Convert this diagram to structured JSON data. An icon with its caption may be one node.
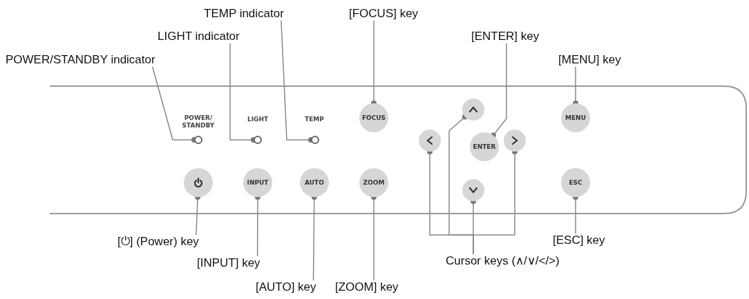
{
  "diagram": {
    "nodes": [
      {
        "text": [
          "TEMP indicator"
        ]
      },
      {
        "text": [
          "[FOCUS] key"
        ]
      },
      {
        "text": [
          "LIGHT indicator"
        ]
      },
      {
        "text": [
          "[ENTER] key"
        ]
      },
      {
        "text": [
          "POWER/STANDBY indicator"
        ]
      },
      {
        "text": [
          "[MENU] key"
        ]
      },
      {
        "text": [],
        "shape": "circle"
      },
      {
        "text": [],
        "shape": "circle"
      },
      {
        "text": [],
        "shape": "circle"
      },
      {
        "text": [
          "FOCUS"
        ]
      },
      {
        "text": [],
        "shape": "circle"
      },
      {
        "text": [
          "MENU"
        ]
      },
      {
        "text": [],
        "shape": "circle"
      },
      {
        "text": [
          "ENTER"
        ]
      },
      {
        "text": [],
        "shape": "circle"
      },
      {
        "text": [],
        "shape": "circle"
      },
      {
        "text": [
          "INPUT"
        ]
      },
      {
        "text": [
          "AUTO"
        ]
      },
      {
        "text": [
          "ZOOM"
        ]
      },
      {
        "text": [],
        "shape": "circle"
      },
      {
        "text": [
          "ESC"
        ]
      },
      {
        "text": [
          "[⏻] (Power) key"
        ]
      },
      {
        "text": [
          "[INPUT] key"
        ]
      },
      {
        "text": [
          "[ESC] key"
        ]
      },
      {
        "text": [
          "Cursor keys (∧/∨/</>)"
        ]
      },
      {
        "text": [
          "[AUTO] key"
        ]
      },
      {
        "text": [
          "[ZOOM] key"
        ]
      }
    ],
    "edges": [
      {
        "from": 4,
        "to": 6,
        "arrow": "other"
      },
      {
        "from": 2,
        "to": 7,
        "arrow": "other"
      },
      {
        "from": 0,
        "to": 8,
        "arrow": "other"
      },
      {
        "from": 1,
        "to": 9,
        "arrow": "other"
      },
      {
        "from": 3,
        "to": 13,
        "arrow": "other"
      },
      {
        "from": 5,
        "to": 11,
        "arrow": "other"
      },
      {
        "from": 21,
        "to": 15,
        "arrow": "other"
      },
      {
        "from": 22,
        "to": 16,
        "arrow": "other"
      },
      {
        "from": 25,
        "to": 17,
        "arrow": "other"
      },
      {
        "from": 26,
        "to": 18,
        "arrow": "other"
      },
      {
        "from": 23,
        "to": 20,
        "arrow": "other"
      },
      {
        "from": 24,
        "to": 10,
        "arrow": "other"
      },
      {
        "from": 24,
        "to": 19,
        "arrow": "other"
      },
      {
        "from": 24,
        "to": 12,
        "arrow": "other"
      },
      {
        "from": 24,
        "to": 14,
        "arrow": "other"
      }
    ],
    "labels": [
      "POWER/ STANDBY",
      "LIGHT",
      "TEMP"
    ]
  }
}
